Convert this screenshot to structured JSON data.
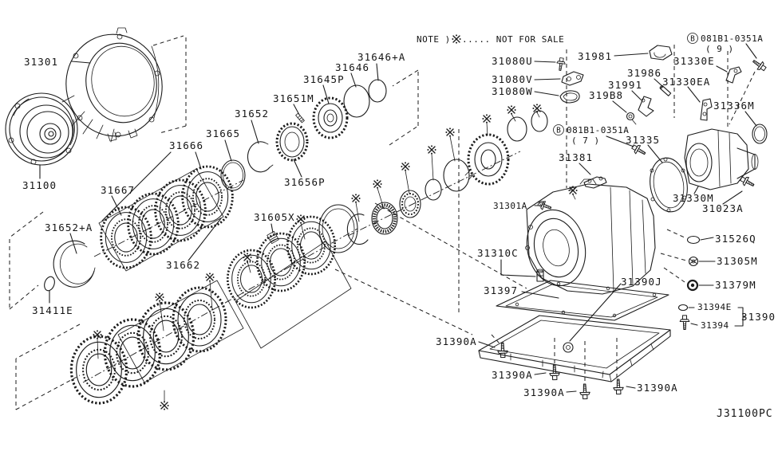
{
  "diagram": {
    "note_prefix": "NOTE )",
    "note_suffix": "..... NOT FOR SALE",
    "symbols": {
      "ref_mark": "※"
    },
    "diagram_code": "J31100PC",
    "hardware": {
      "prefix": "B",
      "bolt_number": "081B1-0351A",
      "qty9": "( 9 )",
      "qty7": "( 7 )"
    },
    "parts": {
      "p31301": "31301",
      "p31100": "31100",
      "p31667": "31667",
      "p31666": "31666",
      "p31665": "31665",
      "p31652": "31652",
      "p31651M": "31651M",
      "p31645P": "31645P",
      "p31646": "31646",
      "p31646A": "31646+A",
      "p31656P": "31656P",
      "p31662": "31662",
      "p31605X": "31605X",
      "p31652A": "31652+A",
      "p31411E": "31411E",
      "p31080U": "31080U",
      "p31080V": "31080V",
      "p31080W": "31080W",
      "p31981": "31981",
      "p31986": "31986",
      "p31991": "31991",
      "p319B8": "319B8",
      "p31330E": "31330E",
      "p31330EA": "31330EA",
      "p31336M": "31336M",
      "p31335": "31335",
      "p31381": "31381",
      "p31301A": "31301A",
      "p31330M": "31330M",
      "p31023A": "31023A",
      "p31526Q": "31526Q",
      "p31305M": "31305M",
      "p31379M": "31379M",
      "p31310C": "31310C",
      "p31397": "31397",
      "p31390J": "31390J",
      "p31394E": "31394E",
      "p31394": "31394",
      "p31390": "31390",
      "p31390A": "31390A"
    }
  }
}
